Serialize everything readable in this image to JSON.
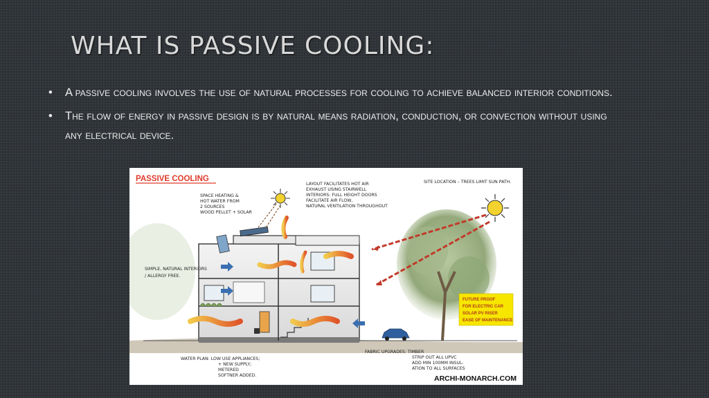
{
  "slide": {
    "title": "What is passive cooling:",
    "bullets": [
      {
        "symbol": "•",
        "text": "A passive cooling involves the use of natural processes for cooling to achieve balanced interior conditions."
      },
      {
        "symbol": "•",
        "text": "The flow of energy in passive design is by natural means radiation, conduction, or convection without using any electrical device."
      }
    ]
  },
  "figure": {
    "title": "PASSIVE COOLING",
    "credit": "ARCHI-MONARCH.COM",
    "annotations": {
      "heating": [
        "SPACE HEATING &",
        "HOT WATER FROM",
        "2 SOURCES",
        "WOOD PELLET + SOLAR"
      ],
      "layout": [
        "LAYOUT FACILITATES HOT AIR",
        "EXHAUST USING STAIRWELL",
        "INTERIORS: FULL HEIGHT DOORS",
        "FACILITATE AIR FLOW,",
        "NATURAL VENTILATION THROUGHOUT"
      ],
      "site": [
        "SITE LOCATION – TREES LIMIT SUN PATH."
      ],
      "interiors": [
        "SIMPLE, NATURAL INTERIORS",
        "/ ALLERGY FREE."
      ],
      "fabric": [
        "FABRIC UPGRADES: TIMBER",
        "STRIP OUT ALL UPVC",
        "ADD MIN 100MM INSUL-",
        "ATION TO ALL SURFACES"
      ],
      "water": [
        "WATER PLAN: LOW USE APPLIANCES;",
        "+ NEW SUPPLY;",
        "METERED",
        "SOFTNER ADDED."
      ]
    },
    "future_box": [
      "FUTURE PROOF",
      "FOR ELECTRIC CAR",
      "SOLAR PV RISER",
      "EASE OF MAINTENANCE"
    ],
    "colors": {
      "accent_red": "#e03a2a",
      "future_box": "#f7e600",
      "car": "#2f5f9e",
      "arrow_blue": "#3a6fb0"
    }
  }
}
